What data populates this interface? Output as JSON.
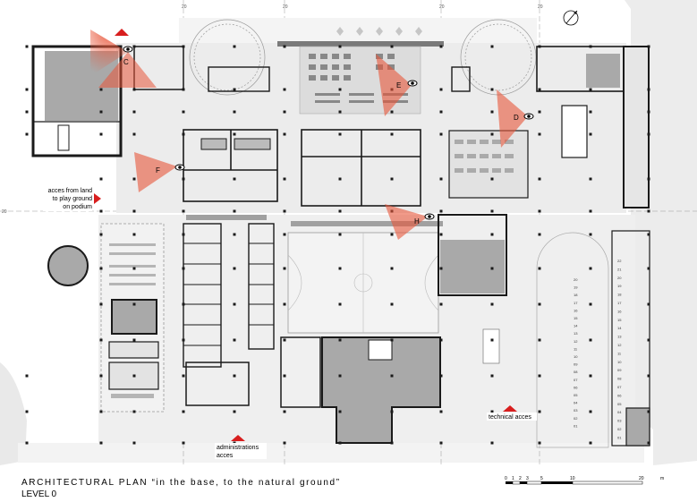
{
  "title": "ARCHITECTURAL PLAN “in the base, to the natural ground”",
  "level": "LEVEL 0",
  "annotations": {
    "access_land_1": "acces from land",
    "access_land_2": "to play ground",
    "access_land_3": "on podium",
    "technical": "technical acces",
    "admin_1": "administrations",
    "admin_2": "acces"
  },
  "view_points": [
    "C",
    "E",
    "D",
    "F",
    "H"
  ],
  "grid_labels": [
    "20",
    "20",
    "20",
    "20",
    "20"
  ],
  "parking_numbers": [
    "22",
    "21",
    "20",
    "19",
    "18",
    "17",
    "16",
    "15",
    "14",
    "13",
    "12",
    "11",
    "10",
    "09",
    "08",
    "07",
    "06",
    "05",
    "04",
    "03",
    "02",
    "01"
  ],
  "scale_bar": {
    "ticks": [
      "0",
      "1",
      "2",
      "3",
      "5",
      "10",
      "20"
    ],
    "unit": "m"
  },
  "colors": {
    "wall": "#1a1a1a",
    "floor": "#e8e8e8",
    "dark_fill": "#a9a9a9",
    "view_cone": "#e8563a"
  },
  "icons": [
    "north-arrow-icon",
    "eye-icon",
    "access-arrow-icon"
  ]
}
